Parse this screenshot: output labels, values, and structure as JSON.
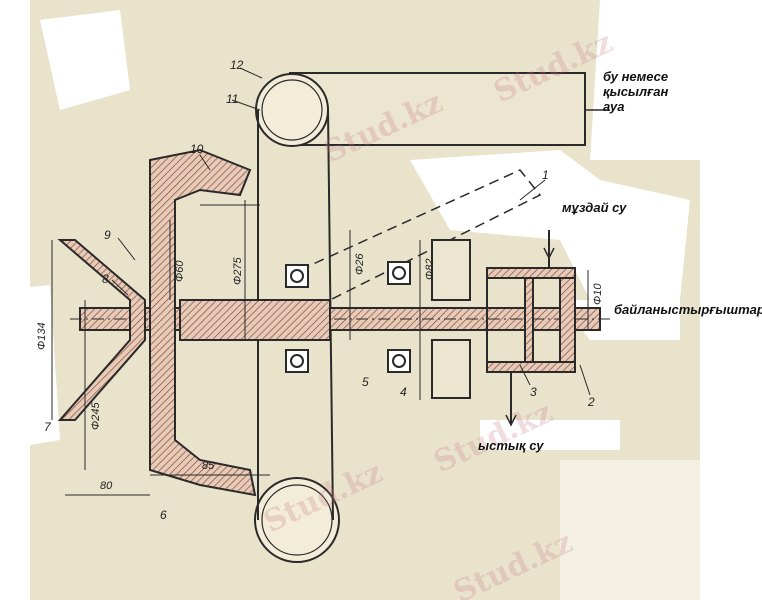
{
  "labels": {
    "steam_or_air": [
      "бу немесе",
      "қысылған",
      "ауа"
    ],
    "cold_water": "мұздай су",
    "connectors": "байланыстырғыштар",
    "hot_water": "ыстық су"
  },
  "part_numbers": [
    "1",
    "2",
    "3",
    "4",
    "5",
    "6",
    "7",
    "8",
    "9",
    "10",
    "11",
    "12"
  ],
  "dimensions": {
    "d134": "Φ134",
    "d245": "Φ245",
    "len80": "80",
    "len85": "85",
    "d275": "Φ275",
    "d26": "Φ26",
    "d82": "Φ82",
    "d10": "Φ10",
    "d60": "Φ60"
  },
  "watermark": "Stud.kz",
  "colors": {
    "paper": "#e9e3cc",
    "ink": "#2a2a2a",
    "hatch": "#b85a4a"
  }
}
